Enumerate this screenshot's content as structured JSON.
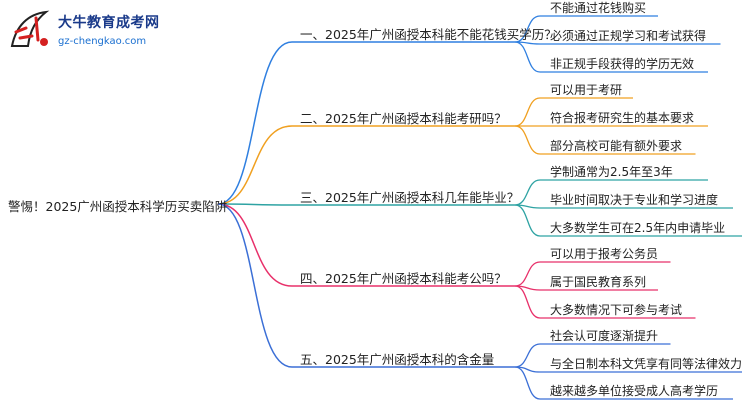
{
  "logo": {
    "title": "大牛教育成考网",
    "url": "gz-chengkao.com"
  },
  "root": "警惕！2025广州函授本科学历买卖陷阱",
  "branches": [
    {
      "label": "一、2025年广州函授本科能不能花钱买学历？",
      "color": "#2f7fe0",
      "leaves": [
        "不能通过花钱购买",
        "必须通过正规学习和考试获得",
        "非正规手段获得的学历无效"
      ]
    },
    {
      "label": "二、2025年广州函授本科能考研吗？",
      "color": "#f0a020",
      "leaves": [
        "可以用于考研",
        "符合报考研究生的基本要求",
        "部分高校可能有额外要求"
      ]
    },
    {
      "label": "三、2025年广州函授本科几年能毕业？",
      "color": "#2ea3a3",
      "leaves": [
        "学制通常为2.5年至3年",
        "毕业时间取决于专业和学习进度",
        "大多数学生可在2.5年内申请毕业"
      ]
    },
    {
      "label": "四、2025年广州函授本科能考公吗？",
      "color": "#e8306a",
      "leaves": [
        "可以用于报考公务员",
        "属于国民教育系列",
        "大多数情况下可参与考试"
      ]
    },
    {
      "label": "五、2025年广州函授本科的含金量",
      "color": "#3b6fd6",
      "leaves": [
        "社会认可度逐渐提升",
        "与全日制本科文凭享有同等法律效力",
        "越来越多单位接受成人高考学历"
      ]
    }
  ]
}
